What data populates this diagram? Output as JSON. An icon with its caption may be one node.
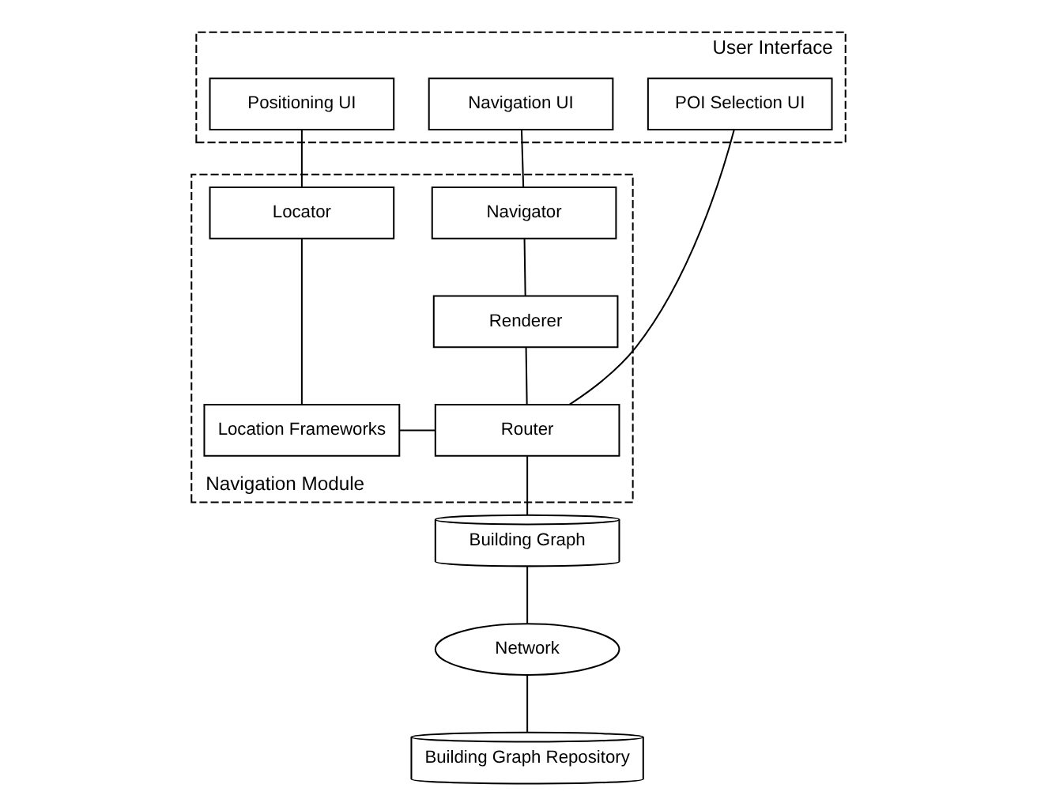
{
  "diagram": {
    "nodes": [
      {
        "text": [
          "User Interface"
        ]
      },
      {
        "text": [
          "Positioning UI"
        ],
        "in": 0
      },
      {
        "text": [
          "Navigation UI"
        ],
        "in": 0
      },
      {
        "text": [
          "POI Selection UI"
        ],
        "in": 0
      },
      {
        "text": [
          "Navigation Module"
        ]
      },
      {
        "text": [
          "Locator"
        ],
        "in": 4
      },
      {
        "text": [
          "Navigator"
        ],
        "in": 4
      },
      {
        "text": [
          "Renderer"
        ],
        "in": 4
      },
      {
        "text": [
          "Location Frameworks"
        ],
        "in": 4
      },
      {
        "text": [
          "Router"
        ],
        "in": 4
      },
      {
        "text": [
          "Building Graph"
        ]
      },
      {
        "text": [
          "Network"
        ]
      },
      {
        "text": [
          "Building Graph Repository"
        ]
      }
    ],
    "edges": [
      {
        "from": 1,
        "to": 5,
        "arrow": "none"
      },
      {
        "from": 2,
        "to": 6,
        "arrow": "none"
      },
      {
        "from": 3,
        "to": 9,
        "arrow": "none"
      },
      {
        "from": 5,
        "to": 8,
        "arrow": "none"
      },
      {
        "from": 6,
        "to": 7,
        "arrow": "none"
      },
      {
        "from": 7,
        "to": 9,
        "arrow": "none"
      },
      {
        "from": 8,
        "to": 9,
        "arrow": "none"
      },
      {
        "from": 9,
        "to": 10,
        "arrow": "none"
      },
      {
        "from": 10,
        "to": 11,
        "arrow": "none"
      },
      {
        "from": 11,
        "to": 12,
        "arrow": "none"
      }
    ]
  }
}
